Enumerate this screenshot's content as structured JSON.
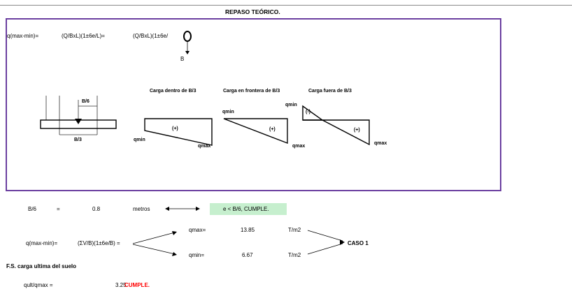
{
  "title": "REPASO TEÓRICO.",
  "formula": {
    "lhs": "q(max-min)=",
    "mid": "(Q/BxL)(1±6e/L)=",
    "rhs": "(Q/BxL)(1±6e/",
    "arrow_label": "B"
  },
  "footing": {
    "label_b6": "B/6",
    "label_b3": "B/3"
  },
  "diagrams": {
    "inside": {
      "title": "Carga dentro de B/3",
      "qmin": "qmin",
      "qmax": "qmax",
      "sign": "(+)"
    },
    "boundary": {
      "title": "Carga en frontera de B/3",
      "qmin": "qmin",
      "qmax": "qmax",
      "sign": "(+)"
    },
    "outside": {
      "title": "Carga fuera de B/3",
      "qmin": "qmin",
      "qmax": "qmax",
      "sign_neg": "(-)",
      "sign_pos": "(+)"
    }
  },
  "row_b6": {
    "label": "B/6",
    "eq": "=",
    "value": "0.8",
    "unit": "metros",
    "check": "e < B/6, CUMPLE."
  },
  "row_q": {
    "label": "q(max-min)=",
    "expr": "(ΣV/B)(1±6e/B) =",
    "qmax_label": "qmax=",
    "qmax_value": "13.85",
    "qmax_unit": "T/m2",
    "qmin_label": "qmin=",
    "qmin_value": "6.67",
    "qmin_unit": "T/m2",
    "case": "CASO 1"
  },
  "fs": {
    "heading": "F.S. carga ultima del suelo",
    "label": "qult/qmax =",
    "value": "3.25",
    "status": "CUMPLE."
  }
}
